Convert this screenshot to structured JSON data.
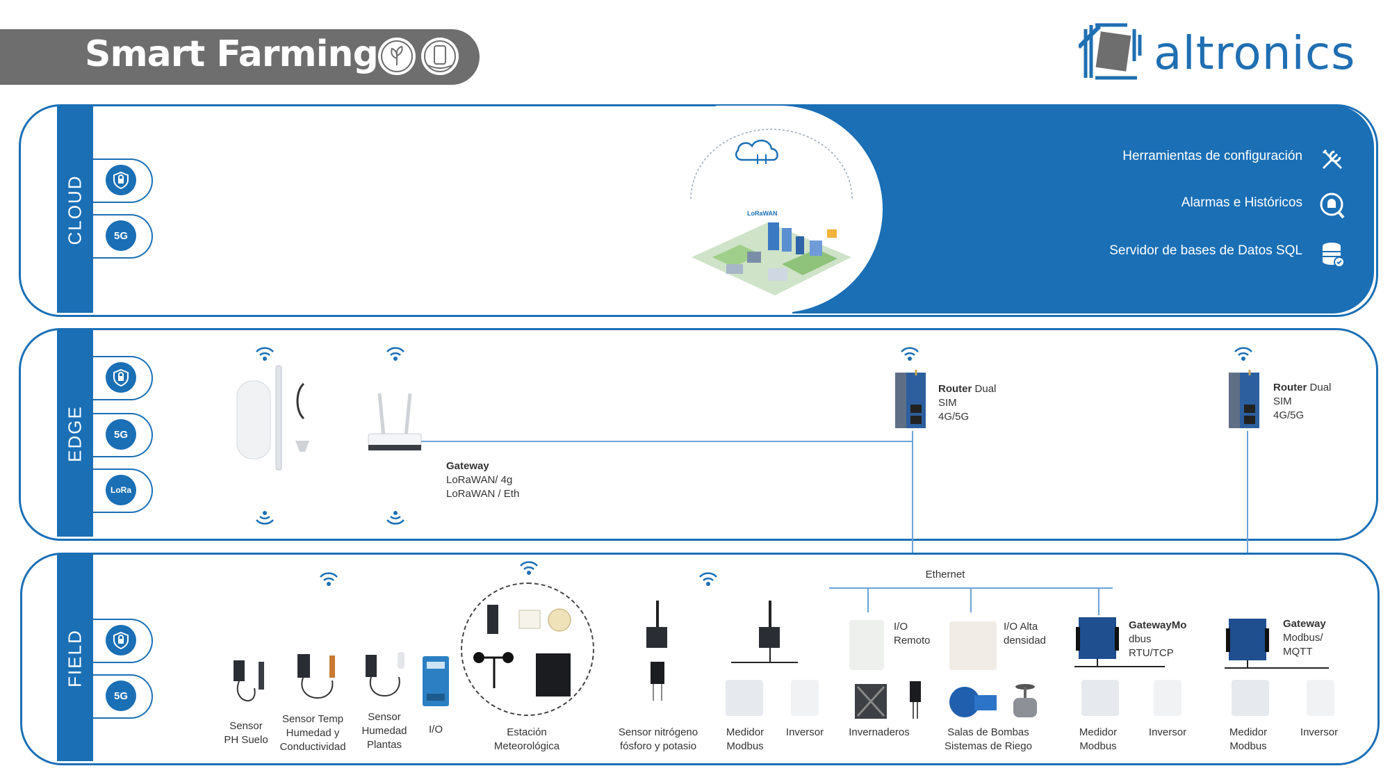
{
  "header": {
    "title": "Smart Farming",
    "brand": "altronics",
    "icons": [
      "plant-globe-icon",
      "mobile-device-icon"
    ]
  },
  "colors": {
    "primary": "#1a6fb5",
    "header_grey": "#6e6e6e",
    "connector": "#6aa3d6"
  },
  "cloud": {
    "label": "CLOUD",
    "badges": [
      {
        "icon": "lock-shield-icon"
      },
      {
        "icon": "5g-icon",
        "text": "5G"
      }
    ],
    "services": [
      {
        "label": "Herramientas de configuración",
        "icon": "tools-icon"
      },
      {
        "label": "Alarmas e Históricos",
        "icon": "alarm-bell-search-icon"
      },
      {
        "label": "Servidor de bases de Datos SQL",
        "icon": "database-icon"
      }
    ],
    "lorawan_logo": "LoRaWAN"
  },
  "edge": {
    "label": "EDGE",
    "badges": [
      {
        "icon": "lock-shield-icon"
      },
      {
        "icon": "5g-icon",
        "text": "5G"
      },
      {
        "icon": "lora-icon",
        "text": "LoRa"
      }
    ],
    "gateway": {
      "title": "Gateway",
      "line1": "LoRaWAN/ 4g",
      "line2": "LoRaWAN / Eth"
    },
    "router1": {
      "title": "Router",
      "rest": "Dual",
      "line2": "SIM",
      "line3": "4G/5G"
    },
    "router2": {
      "title": "Router",
      "rest": "Dual",
      "line2": "SIM",
      "line3": "4G/5G"
    }
  },
  "field": {
    "label": "FIELD",
    "badges": [
      {
        "icon": "lock-shield-icon"
      },
      {
        "icon": "5g-icon",
        "text": "5G"
      }
    ],
    "ethernet": "Ethernet",
    "devices": {
      "ph": [
        "Sensor",
        "PH Suelo"
      ],
      "temp": [
        "Sensor Temp",
        "Humedad y",
        "Conductividad"
      ],
      "hum": [
        "Sensor",
        "Humedad",
        "Plantas"
      ],
      "io": [
        "I/O"
      ],
      "estacion": [
        "Estación",
        "Meteorológica"
      ],
      "npk": [
        "Sensor nitrógeno",
        "fósforo y potasio"
      ],
      "medidor1": [
        "Medidor",
        "Modbus"
      ],
      "inversor1": [
        "Inversor"
      ],
      "invernaderos": [
        "Invernaderos"
      ],
      "io_remoto": [
        "I/O",
        "Remoto"
      ],
      "io_alta": [
        "I/O Alta",
        "densidad"
      ],
      "bombas": [
        "Salas de Bombas",
        "Sistemas de Riego"
      ],
      "gw_modbus1": {
        "title": "GatewayMo",
        "line2": "dbus",
        "line3": "RTU/TCP"
      },
      "medidor2": [
        "Medidor",
        "Modbus"
      ],
      "inversor2": [
        "Inversor"
      ],
      "gw_modbus2": {
        "title": "Gateway",
        "line2": "Modbus/",
        "line3": "MQTT"
      },
      "medidor3": [
        "Medidor",
        "Modbus"
      ],
      "inversor3": [
        "Inversor"
      ]
    }
  }
}
